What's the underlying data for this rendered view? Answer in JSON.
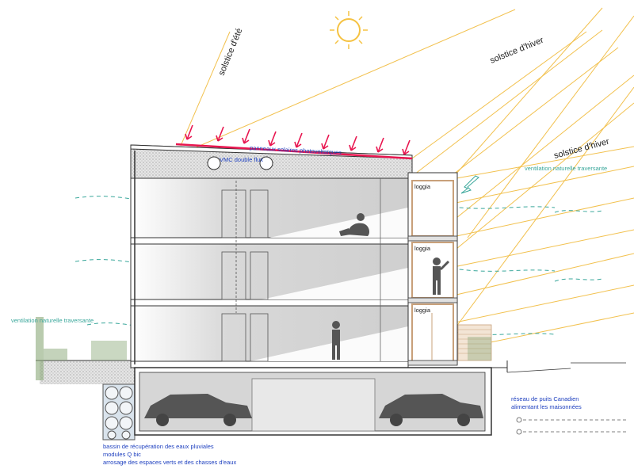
{
  "labels": {
    "solstice_ete": "solstice d'été",
    "solstice_hiver_1": "solstice d'hiver",
    "solstice_hiver_2": "solstice d'hiver",
    "panneaux": "panneaux solaires photovoltaïques",
    "vmc": "VMC double flux",
    "ventilation_right": "ventilation naturelle traversante",
    "ventilation_left": "ventilation naturelle traversante",
    "loggia_1": "loggia",
    "loggia_2": "loggia",
    "loggia_3": "loggia",
    "puits_line1": "réseau de puits Canadien",
    "puits_line2": "alimentant les maisonnées",
    "bassin_line1": "bassin de récupération des eaux pluviales",
    "bassin_line2": "modules Q bic",
    "bassin_line3": "arrosage des espaces verts et des chasses d'eaux"
  },
  "colors": {
    "sun": "#f5c242",
    "sunray": "#f2c14e",
    "pv": "#e8154f",
    "ventilation": "#3aa79b",
    "annotation": "#1d3fbf",
    "structure": "#333333",
    "wood": "#c8a07a",
    "greenery": "#8aa878"
  }
}
